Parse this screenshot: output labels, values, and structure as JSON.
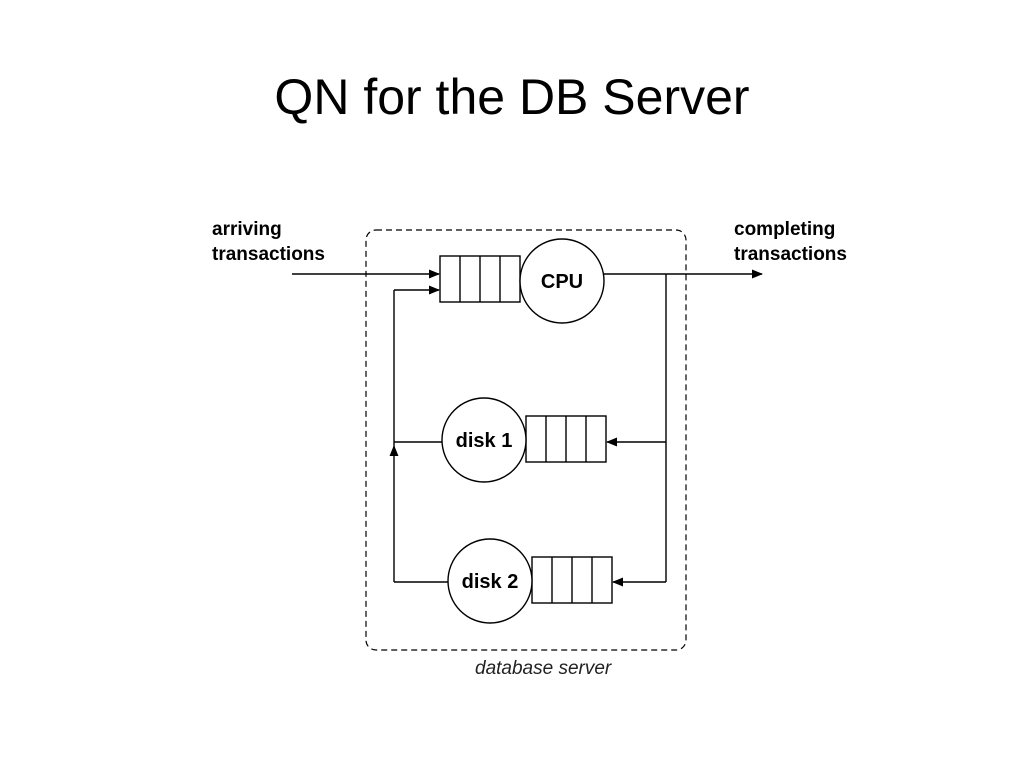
{
  "title": "QN for the DB Server",
  "diagram": {
    "input_label_line1": "arriving",
    "input_label_line2": "transactions",
    "output_label_line1": "completing",
    "output_label_line2": "transactions",
    "boundary_label": "database server",
    "nodes": {
      "cpu": "CPU",
      "disk1": "disk 1",
      "disk2": "disk 2"
    }
  }
}
